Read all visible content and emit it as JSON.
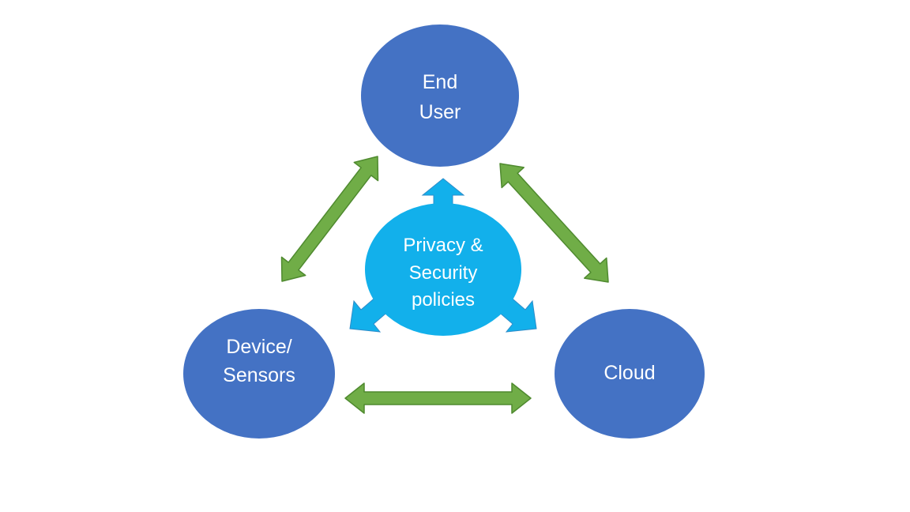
{
  "colors": {
    "node_fill": "#4472C4",
    "center_fill": "#12B0EB",
    "arrow_fill": "#70AD47",
    "arrow_stroke": "#4F8A2F",
    "center_stroke": "#2E8CC9",
    "background": "#FFFFFF"
  },
  "nodes": {
    "end_user": {
      "line1": "End",
      "line2": "User"
    },
    "device_sensors": {
      "line1": "Device/",
      "line2": "Sensors"
    },
    "cloud": {
      "label": "Cloud"
    }
  },
  "center": {
    "line1": "Privacy &",
    "line2": "Security",
    "line3": "policies"
  },
  "connections": [
    {
      "from": "device_sensors",
      "to": "end_user",
      "type": "bidirectional"
    },
    {
      "from": "end_user",
      "to": "cloud",
      "type": "bidirectional"
    },
    {
      "from": "device_sensors",
      "to": "cloud",
      "type": "bidirectional"
    }
  ]
}
